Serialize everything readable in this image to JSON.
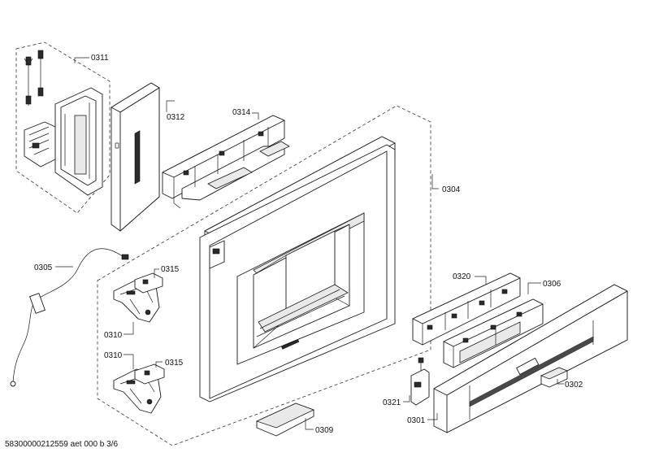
{
  "labels": {
    "p0311": "0311",
    "p0312": "0312",
    "p0314": "0314",
    "p0304": "0304",
    "p0305": "0305",
    "p0315a": "0315",
    "p0310a": "0310",
    "p0310b": "0310",
    "p0315b": "0315",
    "p0320": "0320",
    "p0306": "0306",
    "p0302": "0302",
    "p0321": "0321",
    "p0301": "0301",
    "p0309": "0309"
  },
  "footer": "58300000212559 aet 000 b 3/6"
}
